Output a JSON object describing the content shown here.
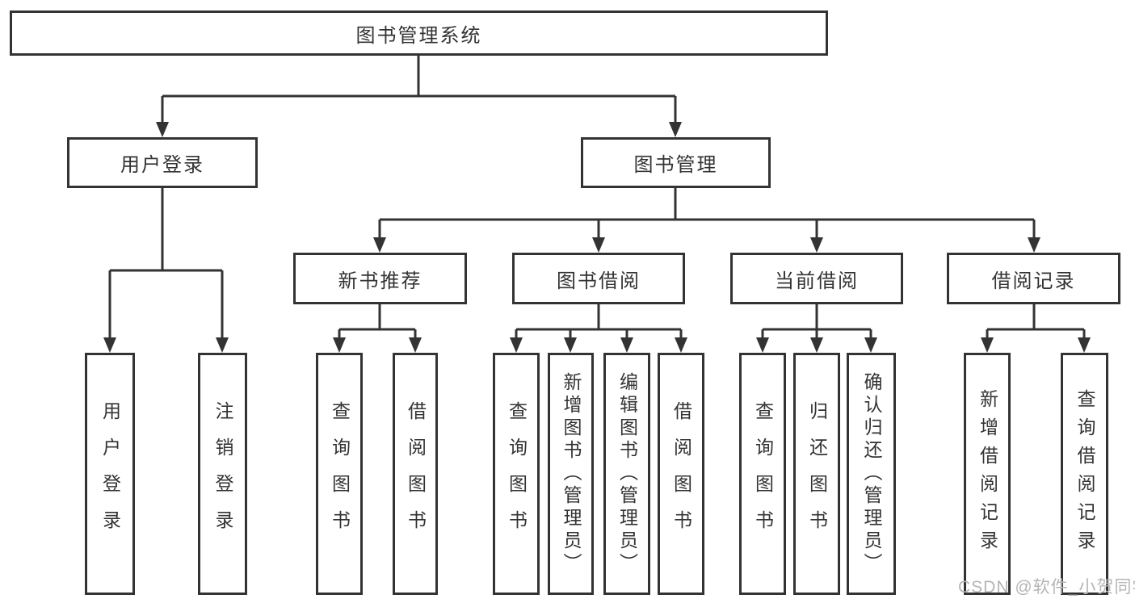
{
  "tree": {
    "root": {
      "label": "图书管理系统"
    },
    "branches": [
      {
        "label": "用户登录",
        "children": [
          {
            "label": "用户登录"
          },
          {
            "label": "注销登录"
          }
        ]
      },
      {
        "label": "图书管理",
        "children": [
          {
            "label": "新书推荐",
            "children": [
              {
                "label": "查询图书"
              },
              {
                "label": "借阅图书"
              }
            ]
          },
          {
            "label": "图书借阅",
            "children": [
              {
                "label": "查询图书"
              },
              {
                "label": "新增图书（管理员）"
              },
              {
                "label": "编辑图书（管理员）"
              },
              {
                "label": "借阅图书"
              }
            ]
          },
          {
            "label": "当前借阅",
            "children": [
              {
                "label": "查询图书"
              },
              {
                "label": "归还图书"
              },
              {
                "label": "确认归还（管理员）"
              }
            ]
          },
          {
            "label": "借阅记录",
            "children": [
              {
                "label": "新增借阅记录"
              },
              {
                "label": "查询借阅记录"
              }
            ]
          }
        ]
      }
    ]
  },
  "watermark": "CSDN @软件_小贺同学",
  "colors": {
    "line": "#333333",
    "box_border": "#333333",
    "box_fill": "#ffffff",
    "text": "#333333",
    "watermark": "#b5b5b5",
    "background": "#ffffff"
  }
}
